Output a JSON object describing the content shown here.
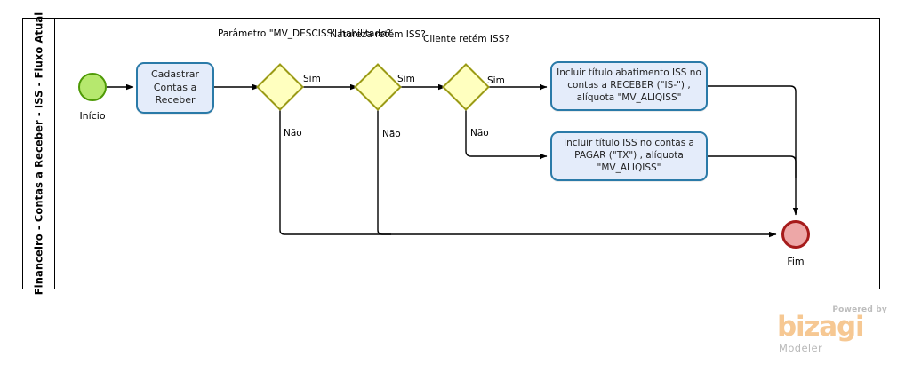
{
  "diagram": {
    "type": "bpmn-process-flow",
    "pool": {
      "lane_title": "Financeiro - Contas a Receber - ISS - Fluxo Atual"
    },
    "events": [
      {
        "id": "start",
        "kind": "start-event",
        "label": "Início",
        "fill": "#b6e86e",
        "stroke": "#4e9a06"
      },
      {
        "id": "end",
        "kind": "end-event",
        "label": "Fim",
        "fill": "#eda7a7",
        "stroke": "#a61b1b"
      }
    ],
    "tasks": [
      {
        "id": "task-cadastrar",
        "label": "Cadastrar Contas a Receber"
      },
      {
        "id": "task-incluir-receber",
        "label": "Incluir título abatimento ISS no contas a RECEBER (\"IS-\") , alíquota \"MV_ALIQISS\""
      },
      {
        "id": "task-incluir-pagar",
        "label": "Incluir título ISS no contas a PAGAR  (\"TX\") , alíquota \"MV_ALIQISS\""
      }
    ],
    "gateways": [
      {
        "id": "gw-parametro",
        "label": "Parâmetro \"MV_DESCISS\" habilitado?"
      },
      {
        "id": "gw-natureza",
        "label": "Natureza retém ISS?"
      },
      {
        "id": "gw-cliente",
        "label": "Cliente retém ISS?"
      }
    ],
    "flow_labels": {
      "gw1_yes": "Sim",
      "gw1_no": "Não",
      "gw2_yes": "Sim",
      "gw2_no": "Não",
      "gw3_yes": "Sim",
      "gw3_no": "Não"
    },
    "colors": {
      "task_fill": "#e4ecfa",
      "task_stroke": "#2a7aa8",
      "gateway_fill": "#ffffbf",
      "gateway_stroke": "#9a9a16",
      "edge": "#000000"
    }
  },
  "watermark": {
    "powered_by": "Powered by",
    "brand": "bizagi",
    "product": "Modeler"
  }
}
